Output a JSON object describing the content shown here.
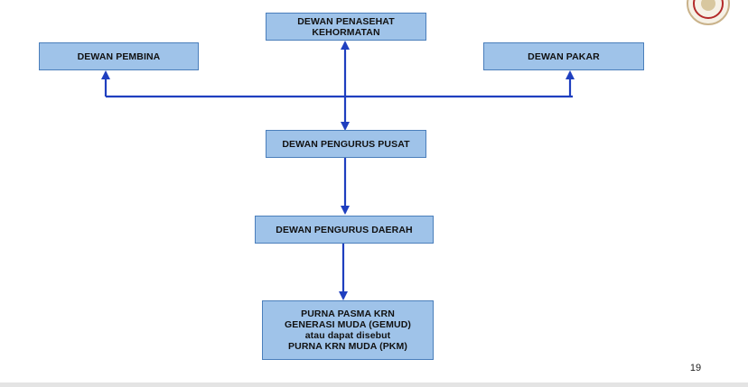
{
  "diagram": {
    "nodes": {
      "penasehat": {
        "lines": [
          "DEWAN PENASEHAT",
          "KEHORMATAN"
        ]
      },
      "pembina": {
        "lines": [
          "DEWAN PEMBINA"
        ]
      },
      "pakar": {
        "lines": [
          "DEWAN PAKAR"
        ]
      },
      "pusat": {
        "lines": [
          "DEWAN PENGURUS PUSAT"
        ]
      },
      "daerah": {
        "lines": [
          "DEWAN PENGURUS DAERAH"
        ]
      },
      "purna": {
        "lines": [
          "PURNA PASMA KRN",
          "GENERASI MUDA (GEMUD)",
          "atau dapat disebut",
          "PURNA KRN MUDA (PKM)"
        ]
      }
    },
    "edges": [
      {
        "from": "pusat",
        "to": "penasehat",
        "arrowheads": [
          "start",
          "end"
        ]
      },
      {
        "from": "bar",
        "to": "pembina",
        "arrowheads": [
          "end"
        ]
      },
      {
        "from": "bar",
        "to": "pakar",
        "arrowheads": [
          "end"
        ]
      },
      {
        "from": "pusat",
        "to": "daerah",
        "arrowheads": [
          "end"
        ]
      },
      {
        "from": "daerah",
        "to": "purna",
        "arrowheads": [
          "end"
        ]
      }
    ],
    "colors": {
      "box_fill": "#9fc3e9",
      "box_border": "#4a7ebb",
      "connector": "#1f3fbf"
    }
  },
  "footer": {
    "page_number": "19"
  },
  "logo": {
    "icon": "organization-emblem-icon"
  }
}
